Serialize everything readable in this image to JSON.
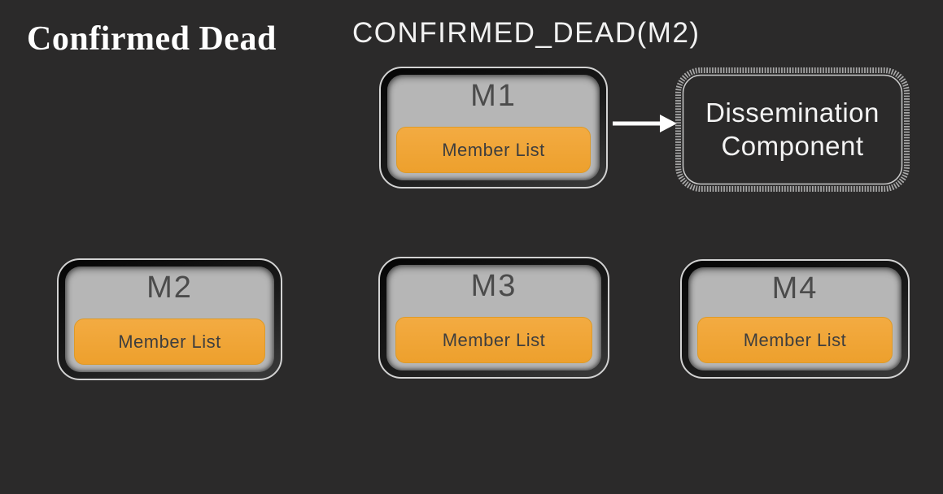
{
  "slide": {
    "title": "Confirmed Dead",
    "state_label": "CONFIRMED_DEAD(M2)",
    "background_color": "#2b2a2a"
  },
  "nodes": [
    {
      "id": "M1",
      "member_list_label": "Member List"
    },
    {
      "id": "M2",
      "member_list_label": "Member List"
    },
    {
      "id": "M3",
      "member_list_label": "Member List"
    },
    {
      "id": "M4",
      "member_list_label": "Member List"
    }
  ],
  "dissemination": {
    "line1": "Dissemination",
    "line2": "Component"
  },
  "arrow": {
    "from": "M1",
    "to": "Dissemination Component"
  },
  "colors": {
    "accent_orange": "#f0a435",
    "node_gray": "#b6b6b6",
    "node_frame_dark": "#141414",
    "text_dark": "#3e3e3e",
    "text_light": "#f1f1f1"
  }
}
